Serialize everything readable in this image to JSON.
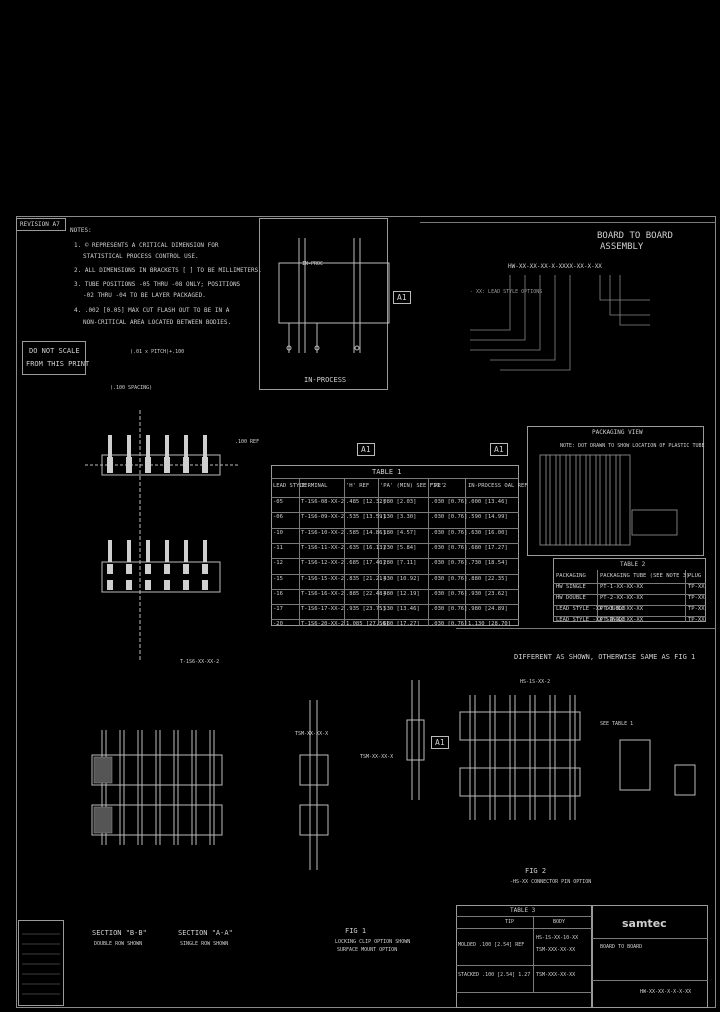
{
  "revision": "REVISION A7",
  "notes": {
    "heading": "NOTES:",
    "items": [
      "1. © REPRESENTS A CRITICAL DIMENSION FOR",
      "STATISTICAL PROCESS CONTROL USE.",
      "2. ALL DIMENSIONS IN BRACKETS [ ] TO BE MILLIMETERS.",
      "3. TUBE POSITIONS -05 THRU -08 ONLY; POSITIONS",
      "-02 THRU -04 TO BE LAYER PACKAGED.",
      "4. .002 [0.05] MAX CUT FLASH OUT TO BE IN A",
      "NON-CRITICAL AREA LOCATED BETWEEN BODIES."
    ]
  },
  "do_not_scale": [
    "DO NOT SCALE",
    "FROM THIS PRINT"
  ],
  "in_process": "IN-PROCESS",
  "flags": {
    "a1": "A1",
    "a2": "A1",
    "a3": "A1",
    "a4": "A1"
  },
  "title_block": {
    "title_line1": "BOARD TO BOARD",
    "title_line2": "ASSEMBLY",
    "part_code": "HW-XX-XX-XX-X-XXXX-XX-X-XX",
    "company": "samtec",
    "drawing_no": "HW-XX-XX-X-X-X-XX"
  },
  "table1": {
    "title": "TABLE 1",
    "headers": [
      "LEAD STYLE",
      "TERMINAL",
      "'H' REF",
      "'PA' (MIN) SEE FIG 2",
      "'PE'",
      "IN-PROCESS OAL REF"
    ],
    "rows": [
      [
        "-05",
        "T-1S6-08-XX-2",
        ".485 [12.32]",
        ".080 [2.03]",
        ".030 [0.76]",
        ".000 [13.46]"
      ],
      [
        "-06",
        "T-1S6-09-XX-2",
        ".535 [13.59]",
        ".130 [3.30]",
        ".030 [0.76]",
        ".590 [14.99]"
      ],
      [
        "-10",
        "T-1S6-10-XX-2",
        ".585 [14.86]",
        ".180 [4.57]",
        ".030 [0.76]",
        ".630 [16.00]"
      ],
      [
        "-11",
        "T-1S6-11-XX-2",
        ".635 [16.13]",
        ".230 [5.84]",
        ".030 [0.76]",
        ".680 [17.27]"
      ],
      [
        "-12",
        "T-1S6-12-XX-2",
        ".685 [17.40]",
        ".280 [7.11]",
        ".030 [0.76]",
        ".730 [18.54]"
      ],
      [
        "-15",
        "T-1S6-15-XX-2",
        ".835 [21.21]",
        ".430 [10.92]",
        ".030 [0.76]",
        ".880 [22.35]"
      ],
      [
        "-16",
        "T-1S6-16-XX-2",
        ".885 [22.48]",
        ".480 [12.19]",
        ".030 [0.76]",
        ".930 [23.62]"
      ],
      [
        "-17",
        "T-1S6-17-XX-2",
        ".935 [23.75]",
        ".530 [13.46]",
        ".030 [0.76]",
        ".980 [24.89]"
      ],
      [
        "-20",
        "T-1S6-20-XX-2",
        "1.085 [27.56]",
        ".680 [17.27]",
        ".030 [0.76]",
        "1.130 [28.70]"
      ]
    ]
  },
  "packaging": {
    "title": "PACKAGING VIEW",
    "note": "NOTE: DOT DRAWN TO SHOW LOCATION OF PLASTIC TUBE"
  },
  "table2": {
    "title": "TABLE 2",
    "headers": [
      "PACKAGING",
      "PACKAGING TUBE (SEE NOTE 3)",
      "PLUG"
    ],
    "rows": [
      [
        "HW SINGLE",
        "PT-1-XX-XX-XX",
        "TP-XX"
      ],
      [
        "HW DOUBLE",
        "PT-2-XX-XX-XX",
        "TP-XX"
      ],
      [
        "LEAD STYLE -XX DOUBLE",
        "PT-3-XX-XX-XX",
        "TP-XX"
      ],
      [
        "LEAD STYLE -XX SINGLE",
        "PT-4-XX-XX-XX",
        "TP-XX"
      ]
    ]
  },
  "diff_note": "DIFFERENT AS SHOWN, OTHERWISE SAME AS FIG 1",
  "section_labels": {
    "bb": "SECTION \"B-B\"",
    "aa": "SECTION \"A-A\"",
    "bb_sub": "DOUBLE ROW SHOWN",
    "aa_sub": "SINGLE ROW SHOWN"
  },
  "fig1": {
    "label": "FIG 1",
    "sub1": "LOCKING CLIP OPTION SHOWN",
    "sub2": "SURFACE MOUNT OPTION"
  },
  "fig2": {
    "label": "FIG 2",
    "sub": "-HS-XX CONNECTOR PIN OPTION"
  },
  "table3": {
    "title": "TABLE 3",
    "headers": [
      "TIP",
      "BODY"
    ],
    "rows": [
      [
        "MOLDED .100 [2.54] REF",
        "HS-1S-XX-10-XX",
        "TSM-XXX-XX-XX"
      ],
      [
        "STACKED .100 [2.54] 1.27",
        "TSM-XXX-XX-XX",
        ""
      ]
    ]
  },
  "callouts": [
    "T-1S6-XX-XX-2",
    "TSM-XX-XX-X",
    "TSM-XX-XX-X",
    "HS-1S-XX-2",
    "SEE TABLE 1"
  ]
}
